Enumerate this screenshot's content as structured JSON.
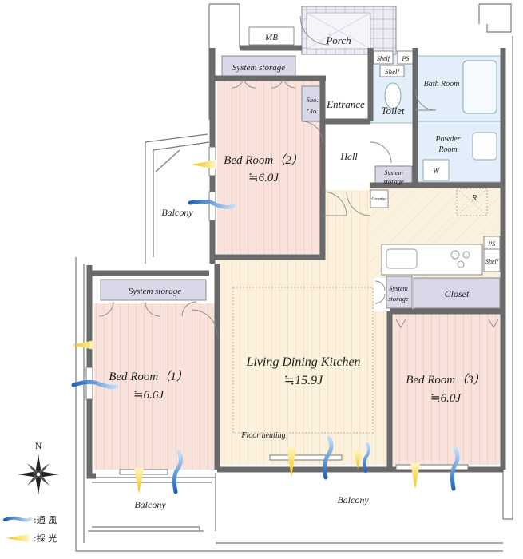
{
  "rooms": {
    "mb": "MB",
    "porch": "Porch",
    "shelf_top": "Shelf",
    "ps_top": "PS",
    "shelf_toilet": "Shelf",
    "bath": "Bath Room",
    "system_storage_top": "System storage",
    "entrance": "Entrance",
    "sho_clo_1": "Sho.",
    "sho_clo_2": "Clo.",
    "toilet": "Toilet",
    "powder_1": "Powder",
    "powder_2": "Room",
    "w": "W",
    "bed2_name": "Bed Room（2）",
    "bed2_size": "≒6.0J",
    "hall": "Hall",
    "system_storage_hall_1": "System",
    "system_storage_hall_2": "storage",
    "counter": "Counter",
    "r": "R",
    "balcony_left": "Balcony",
    "ps_kitchen": "PS",
    "shelf_kitchen": "Shelf",
    "system_storage_bed1": "System storage",
    "system_storage_ldk_1": "System",
    "system_storage_ldk_2": "storage",
    "closet": "Closet",
    "ldk_name": "Living Dining Kitchen",
    "ldk_size": "≒15.9J",
    "bed1_name": "Bed Room（1）",
    "bed1_size": "≒6.6J",
    "bed3_name": "Bed Room（3）",
    "bed3_size": "≒6.0J",
    "floor_heating": "Floor heating",
    "balcony_bottom_left": "Balcony",
    "balcony_bottom": "Balcony"
  },
  "compass": {
    "north": "N"
  },
  "legend": {
    "ventilation": ":通 風",
    "daylight": ":採 光"
  },
  "colors": {
    "bedroom": "#f8e2dc",
    "ldk": "#fbf1de",
    "wet": "#e2effa",
    "storage": "#dcdcec",
    "porch_tile": "#e9e9f3",
    "wall": "#6a6a6a",
    "wind": "#4a8fd0",
    "light": "#f4cc1c"
  }
}
